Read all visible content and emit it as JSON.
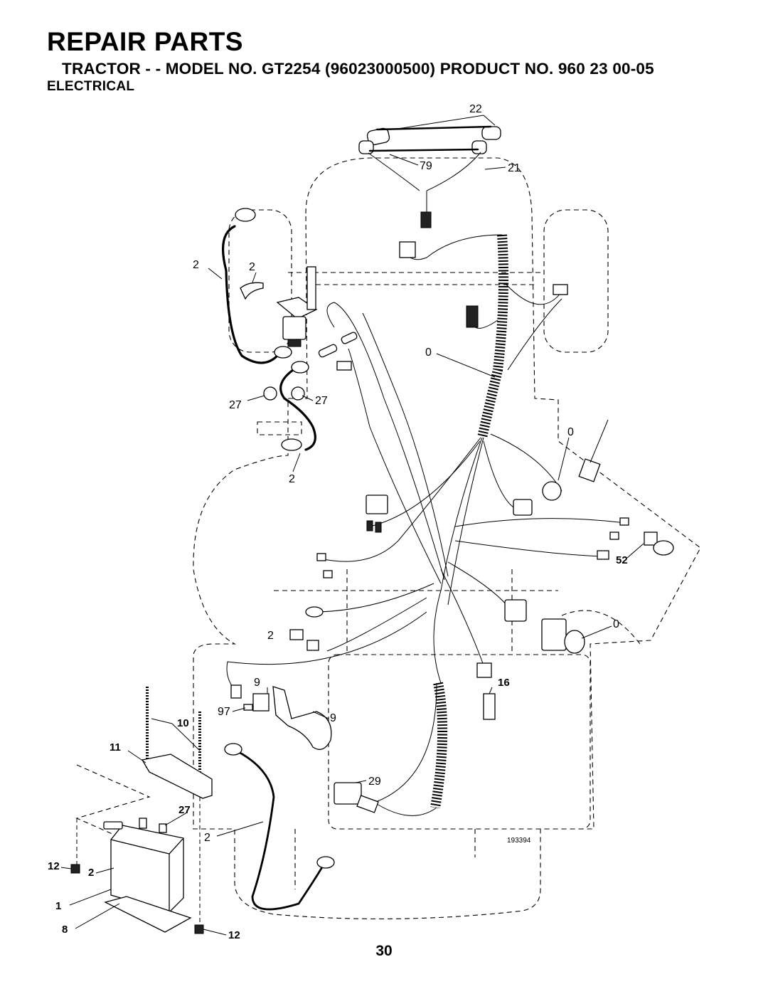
{
  "header": {
    "title": "REPAIR PARTS",
    "subtitle": "TRACTOR - - MODEL NO. GT2254 (96023000500) PRODUCT NO. 960 23 00-05",
    "section": "ELECTRICAL"
  },
  "diagram": {
    "drawing_number": "193394",
    "callouts": [
      "22",
      "79",
      "21",
      "2",
      "2",
      "0",
      "27",
      "27",
      "0",
      "2",
      "52",
      "2",
      "0",
      "9",
      "16",
      "97",
      "9",
      "10",
      "11",
      "29",
      "27",
      "2",
      "12",
      "2",
      "1",
      "8",
      "12"
    ]
  },
  "footer": {
    "page_number": "30"
  }
}
